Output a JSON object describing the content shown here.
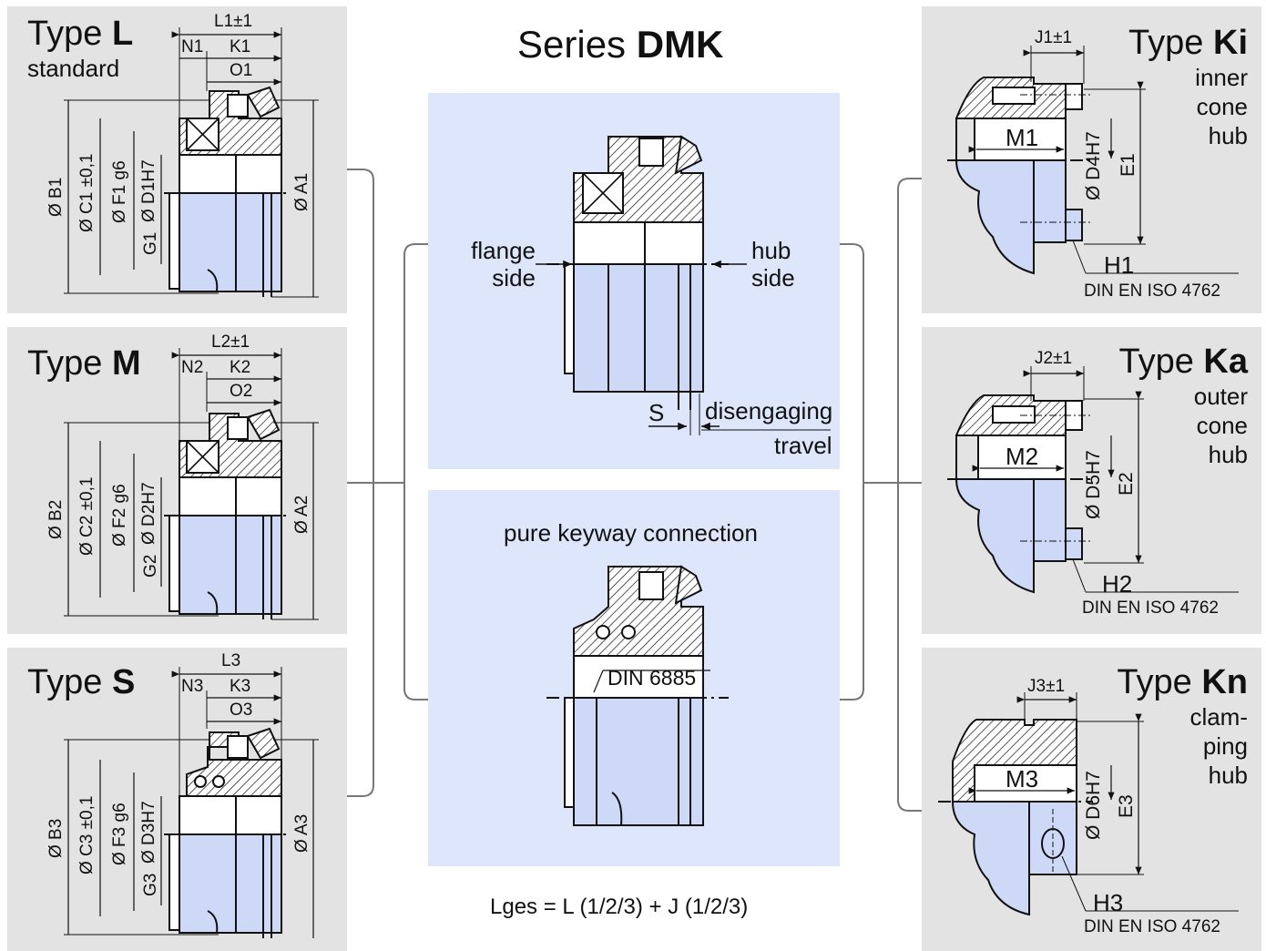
{
  "series": {
    "prefix": "Series",
    "name": "DMK"
  },
  "types": {
    "L": {
      "prefix": "Type",
      "letter": "L",
      "desc": "standard",
      "L": "L1±1",
      "N": "N1",
      "K": "K1",
      "O": "O1",
      "B": "Ø B1",
      "C": "Ø C1 ±0,1",
      "F": "Ø F1 g6",
      "D": "Ø D1H7",
      "G": "G1",
      "A": "Ø A1"
    },
    "M": {
      "prefix": "Type",
      "letter": "M",
      "desc": "",
      "L": "L2±1",
      "N": "N2",
      "K": "K2",
      "O": "O2",
      "B": "Ø B2",
      "C": "Ø C2 ±0,1",
      "F": "Ø F2 g6",
      "D": "Ø D2H7",
      "G": "G2",
      "A": "Ø A2"
    },
    "S": {
      "prefix": "Type",
      "letter": "S",
      "desc": "",
      "L": "L3",
      "N": "N3",
      "K": "K3",
      "O": "O3",
      "B": "Ø B3",
      "C": "Ø C3 ±0,1",
      "F": "Ø F3 g6",
      "D": "Ø D3H7",
      "G": "G3",
      "A": "Ø A3"
    },
    "Ki": {
      "prefix": "Type",
      "letter": "Ki",
      "desc1": "inner",
      "desc2": "cone",
      "desc3": "hub",
      "J": "J1±1",
      "M": "M1",
      "D": "Ø D4H7",
      "E": "E1",
      "H": "H1",
      "norm": "DIN EN ISO 4762"
    },
    "Ka": {
      "prefix": "Type",
      "letter": "Ka",
      "desc1": "outer",
      "desc2": "cone",
      "desc3": "hub",
      "J": "J2±1",
      "M": "M2",
      "D": "Ø D5H7",
      "E": "E2",
      "H": "H2",
      "norm": "DIN EN ISO 4762"
    },
    "Kn": {
      "prefix": "Type",
      "letter": "Kn",
      "desc1": "clam-",
      "desc2": "ping",
      "desc3": "hub",
      "J": "J3±1",
      "M": "M3",
      "D": "Ø D6H7",
      "E": "E3",
      "H": "H3",
      "norm": "DIN EN ISO 4762"
    }
  },
  "center_top": {
    "flange1": "flange",
    "flange2": "side",
    "hub1": "hub",
    "hub2": "side",
    "s": "S",
    "dis1": "disengaging",
    "dis2": "travel"
  },
  "center_bottom": {
    "title": "pure keyway connection",
    "din": "DIN 6885"
  },
  "formula": "Lges = L (1/2/3) + J (1/2/3)",
  "colors": {
    "panel": "#e3e3e3",
    "center_panel": "#dde6fb",
    "part_fill": "#cdd9f7",
    "line": "#111111"
  }
}
